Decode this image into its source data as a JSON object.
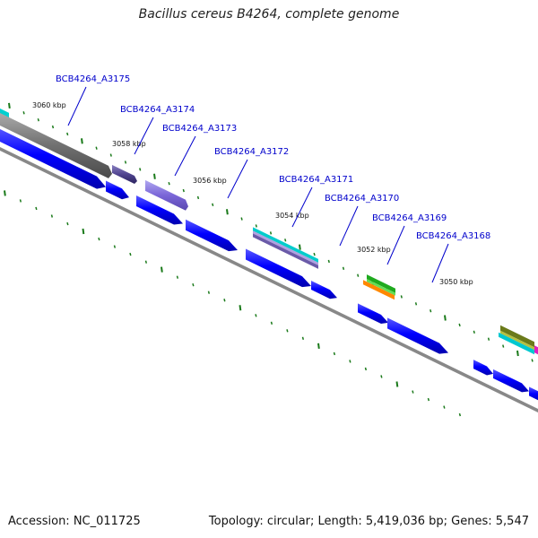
{
  "title": "Bacillus cereus B4264, complete genome",
  "footer": {
    "accession": "Accession: NC_011725",
    "summary": "Topology: circular; Length: 5,419,036 bp; Genes: 5,547"
  },
  "colors": {
    "gene_label": "#0000cc",
    "cds": "#0000ff",
    "backbone": "#888888",
    "tick": "#1a7a1a"
  },
  "kbp_labels": [
    "3060 kbp",
    "3058 kbp",
    "3056 kbp",
    "3054 kbp",
    "3052 kbp",
    "3050 kbp"
  ],
  "gene_labels": [
    "BCB4264_A3175",
    "BCB4264_A3174",
    "BCB4264_A3173",
    "BCB4264_A3172",
    "BCB4264_A3171",
    "BCB4264_A3170",
    "BCB4264_A3169",
    "BCB4264_A3168"
  ]
}
